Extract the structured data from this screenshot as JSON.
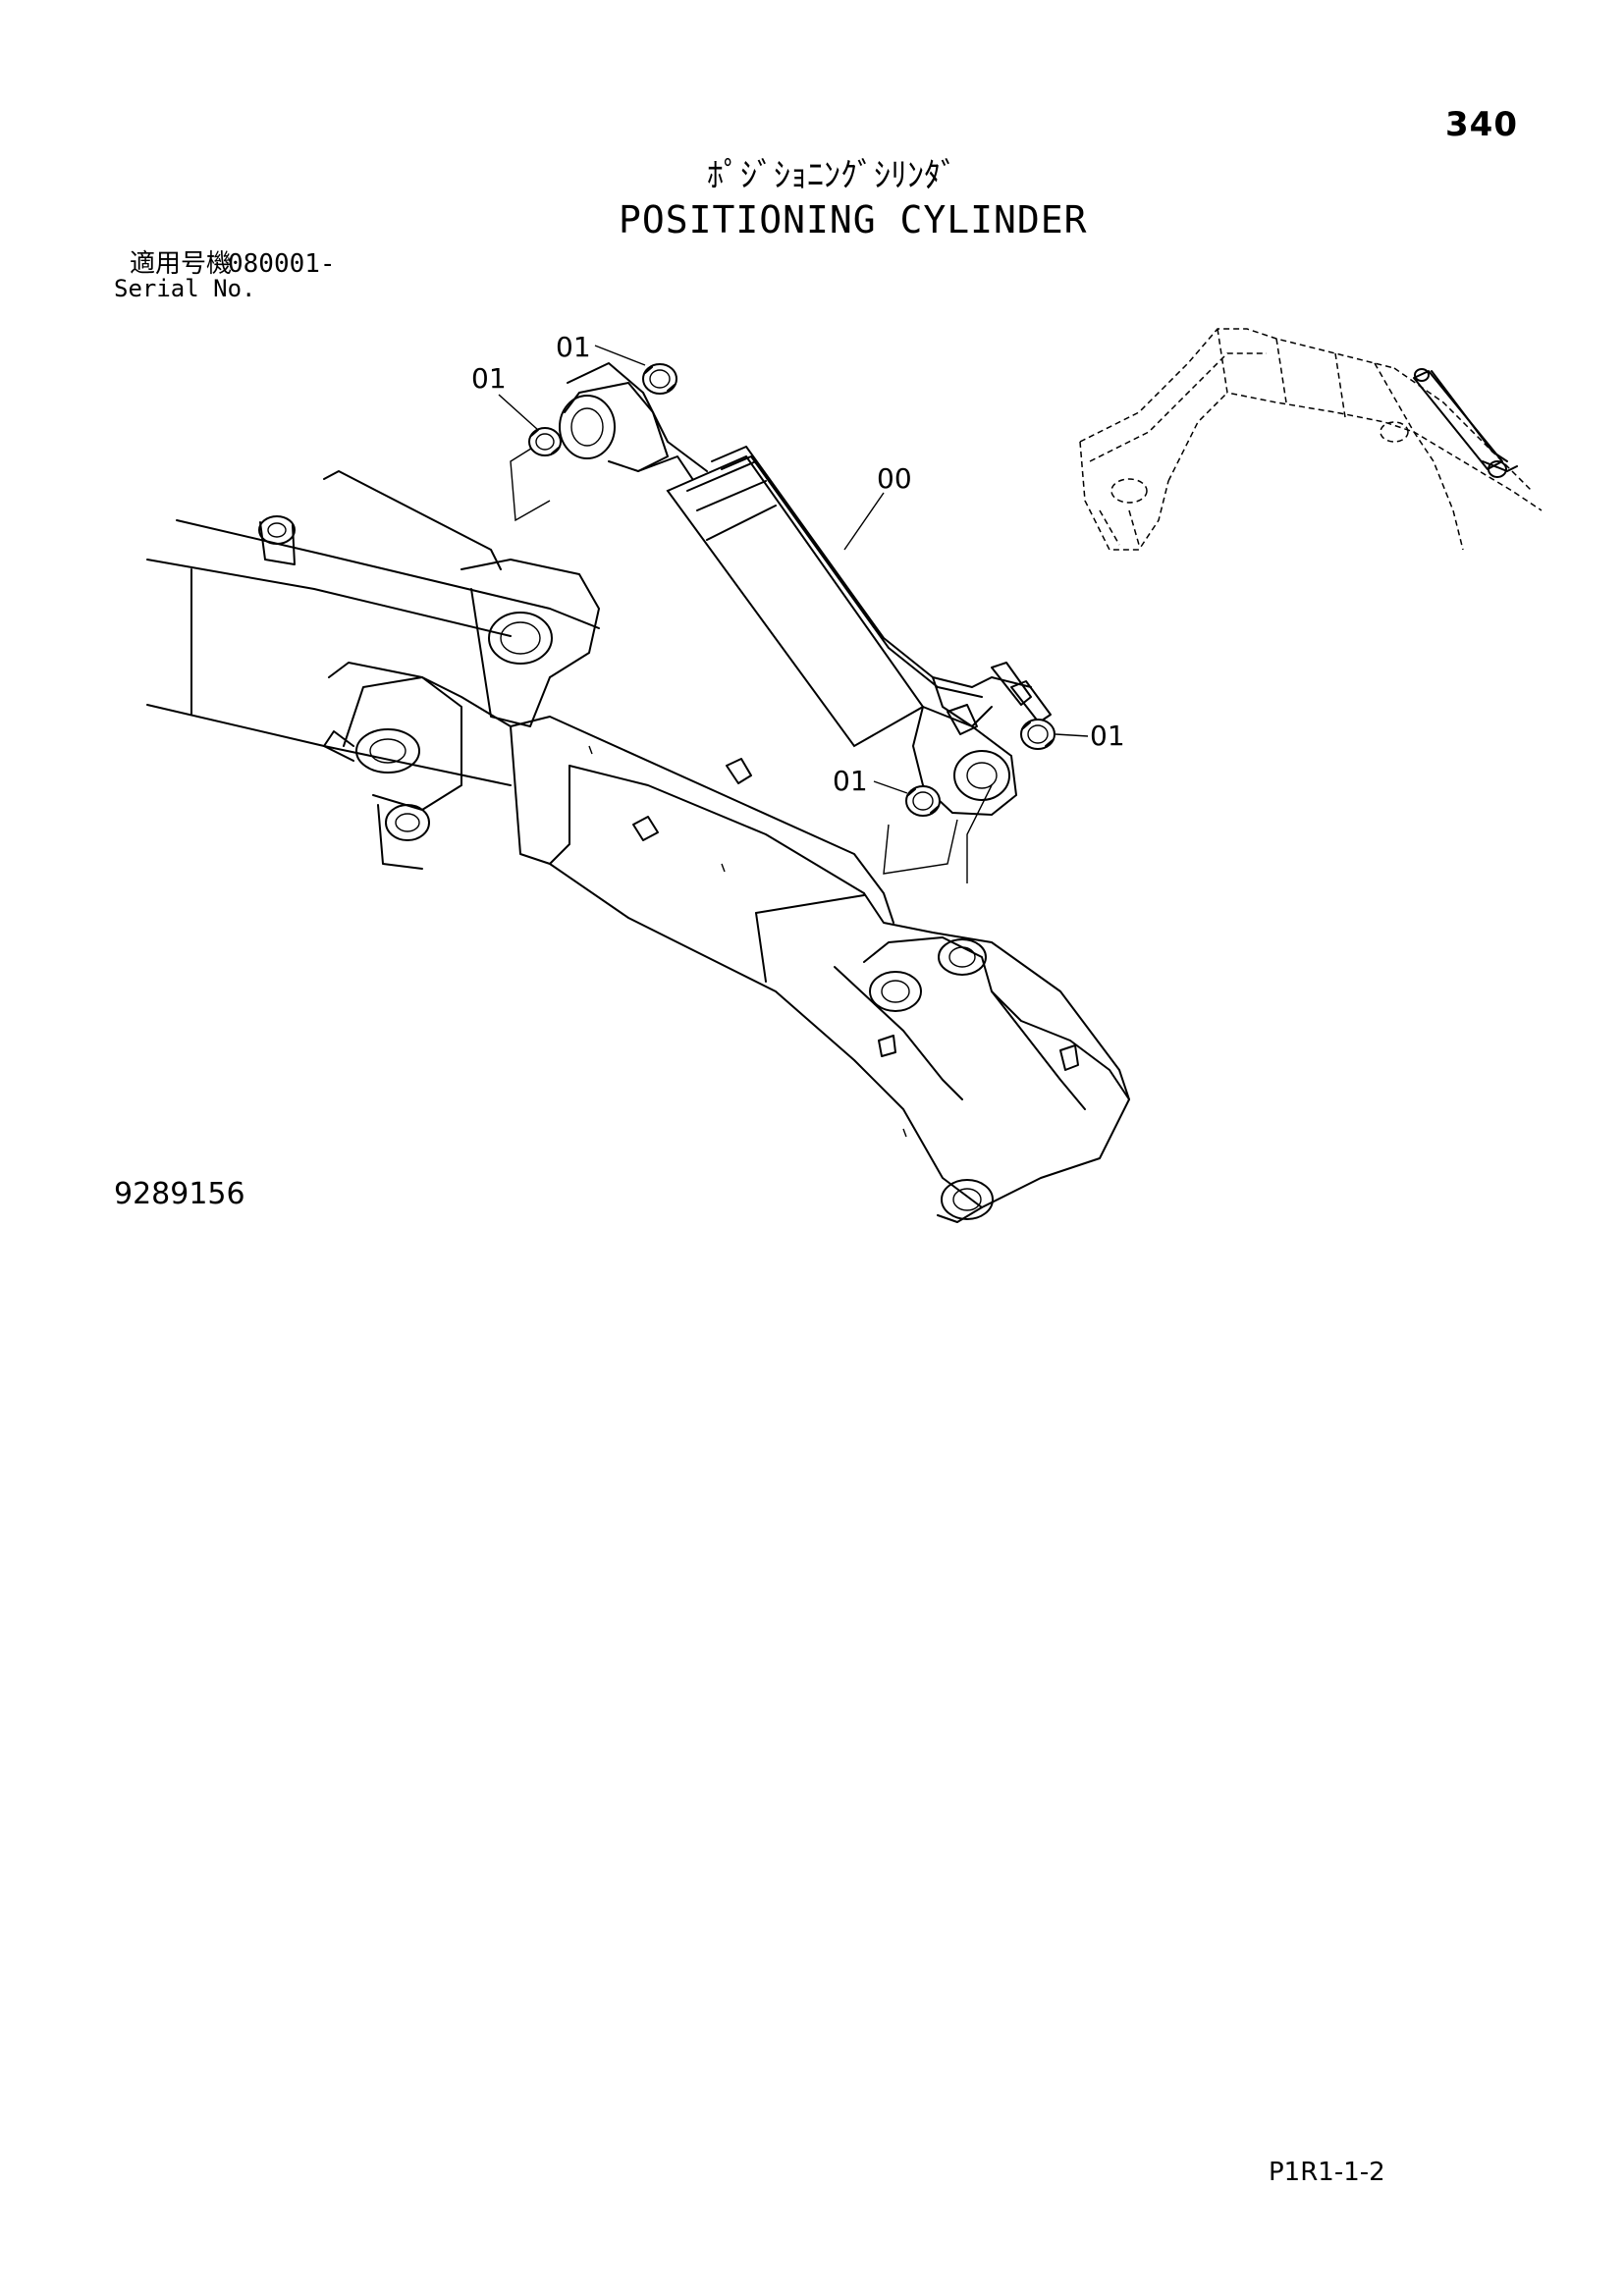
{
  "page_number": "340",
  "title_jp": "ﾎﾟｼﾞｼｮﾆﾝｸﾞｼﾘﾝﾀﾞ",
  "title_en": "POSITIONING CYLINDER",
  "serial": {
    "label_jp": "適用号機",
    "value": "080001-",
    "label_en": "Serial No."
  },
  "callouts": [
    "01",
    "01",
    "00",
    "01",
    "01"
  ],
  "drawing_number": "9289156",
  "footer_code": "P1R1-1-2"
}
